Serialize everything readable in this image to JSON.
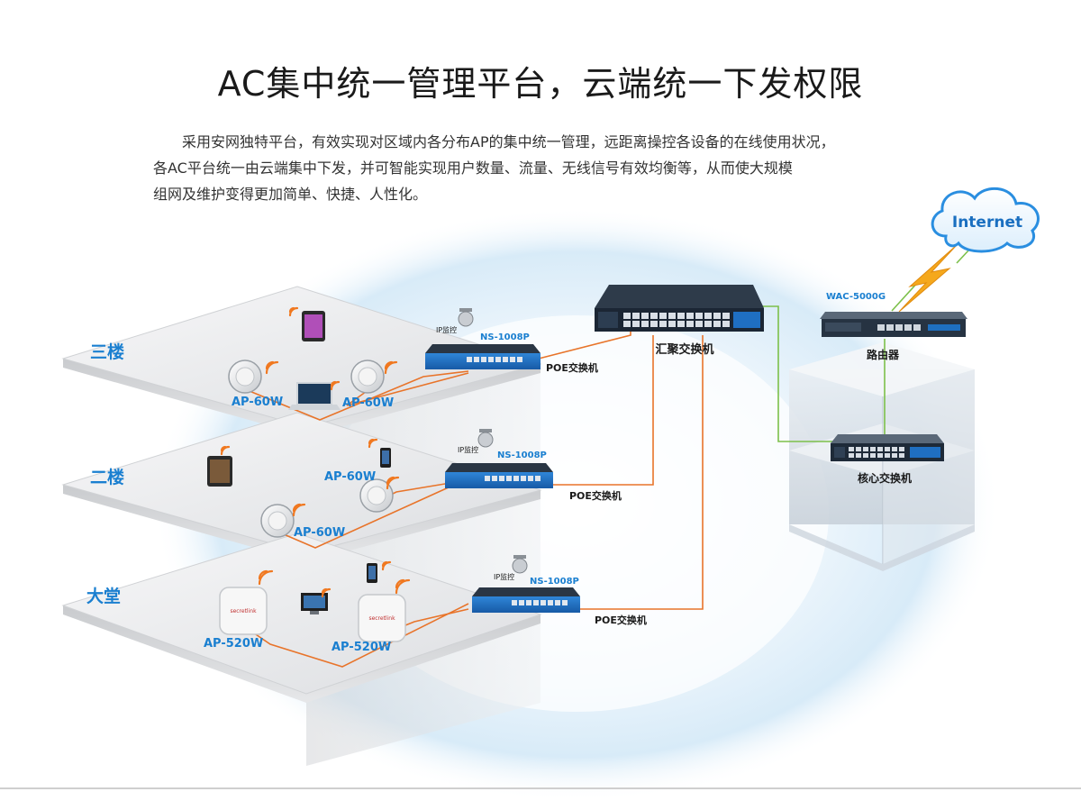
{
  "title": "AC集中统一管理平台，云端统一下发权限",
  "description": [
    "采用安网独特平台，有效实现对区域内各分布AP的集中统一管理，远距离操控各设备的在线使用状况，",
    "各AC平台统一由云端集中下发，并可智能实现用户数量、流量、无线信号有效均衡等，从而使大规模",
    "组网及维护变得更加简单、快捷、人性化。"
  ],
  "cloud_label": "Internet",
  "router": {
    "model": "WAC-5000G",
    "label": "路由器"
  },
  "aggregation_switch": {
    "label": "汇聚交换机"
  },
  "core_switch": {
    "label": "核心交换机"
  },
  "floors": [
    {
      "name": "三楼",
      "switch_model": "NS-1008P",
      "switch_label": "POE交换机",
      "camera_label": "IP监控",
      "aps": [
        "AP-60W",
        "AP-60W"
      ]
    },
    {
      "name": "二楼",
      "switch_model": "NS-1008P",
      "switch_label": "POE交换机",
      "camera_label": "IP监控",
      "aps": [
        "AP-60W",
        "AP-60W"
      ]
    },
    {
      "name": "大堂",
      "switch_model": "NS-1008P",
      "switch_label": "POE交换机",
      "camera_label": "IP监控",
      "aps": [
        "AP-520W",
        "AP-520W"
      ]
    }
  ],
  "brand_text": "secretlink",
  "colors": {
    "accent_blue": "#1a7fd0",
    "cable_orange": "#e8742a",
    "link_green": "#7cc04a",
    "wifi_orange": "#f07820",
    "switch_blue": "#1f6fc2",
    "switch_dark": "#1e2a38"
  }
}
